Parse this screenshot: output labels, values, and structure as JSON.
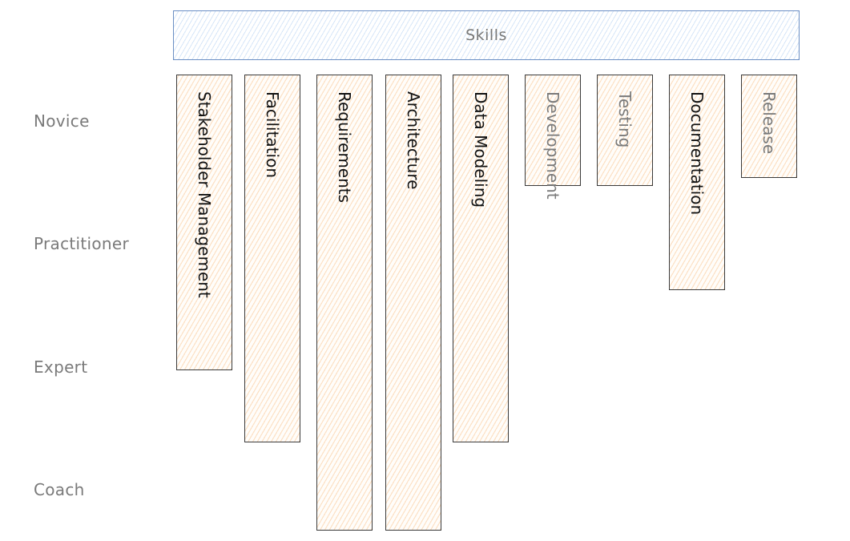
{
  "diagram": {
    "header": {
      "label": "Skills",
      "fill_color": "#a5c8f0",
      "stroke_color": "#6b8fc4"
    },
    "levels": [
      "Novice",
      "Practitioner",
      "Expert",
      "Coach"
    ],
    "bar_fill_color": "#facda0",
    "bar_stroke_color": "#3a3a3a",
    "skills": [
      {
        "label": "Stakeholder Management",
        "reaches_level": "Expert",
        "levels_covered": 2.4,
        "text_style": "dark"
      },
      {
        "label": "Facilitation",
        "reaches_level": "Coach",
        "levels_covered": 3.0,
        "text_style": "dark"
      },
      {
        "label": "Requirements",
        "reaches_level": "Coach",
        "levels_covered": 3.7,
        "text_style": "dark"
      },
      {
        "label": "Architecture",
        "reaches_level": "Coach",
        "levels_covered": 3.7,
        "text_style": "dark"
      },
      {
        "label": "Data Modeling",
        "reaches_level": "Coach",
        "levels_covered": 3.0,
        "text_style": "dark"
      },
      {
        "label": "Development",
        "reaches_level": "Novice",
        "levels_covered": 0.9,
        "text_style": "muted"
      },
      {
        "label": "Testing",
        "reaches_level": "Novice",
        "levels_covered": 0.9,
        "text_style": "muted"
      },
      {
        "label": "Documentation",
        "reaches_level": "Practitioner",
        "levels_covered": 1.75,
        "text_style": "dark"
      },
      {
        "label": "Release",
        "reaches_level": "Novice",
        "levels_covered": 0.84,
        "text_style": "muted"
      }
    ]
  }
}
